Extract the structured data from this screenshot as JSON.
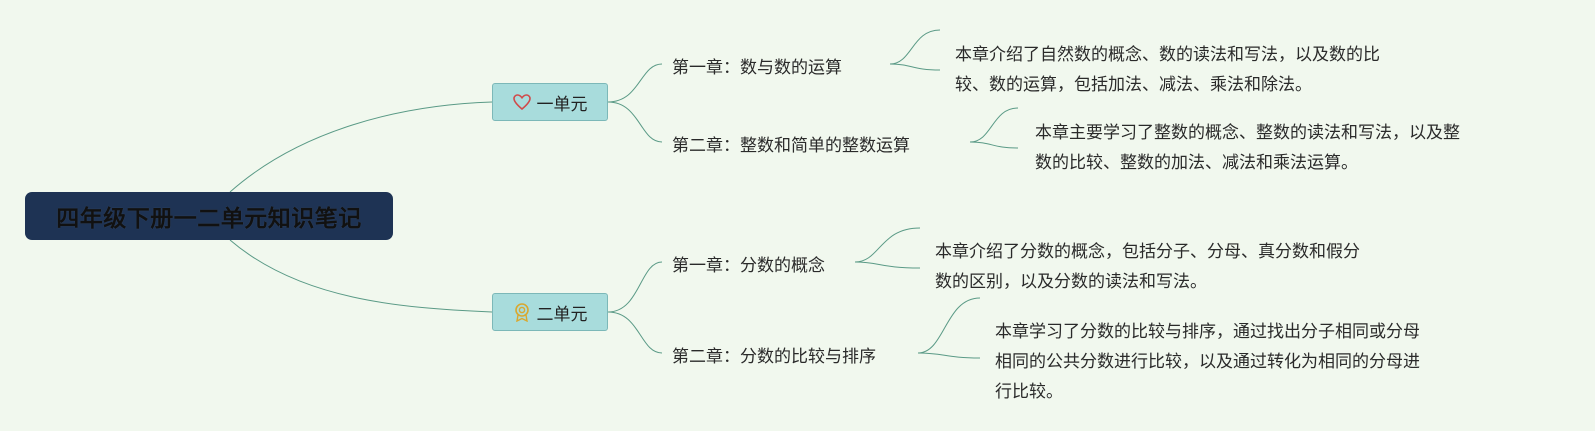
{
  "mindmap": {
    "root": "四年级下册一二单元知识笔记",
    "units": [
      {
        "icon": "heart-icon",
        "label": "一单元",
        "chapters": [
          {
            "title": "第一章：数与数的运算",
            "desc_lines": [
              "本章介绍了自然数的概念、数的读法和写法，以及数的比",
              "较、数的运算，包括加法、减法、乘法和除法。"
            ]
          },
          {
            "title": "第二章：整数和简单的整数运算",
            "desc_lines": [
              "本章主要学习了整数的概念、整数的读法和写法，以及整",
              "数的比较、整数的加法、减法和乘法运算。"
            ]
          }
        ]
      },
      {
        "icon": "award-medal-icon",
        "label": "二单元",
        "chapters": [
          {
            "title": "第一章：分数的概念",
            "desc_lines": [
              "本章介绍了分数的概念，包括分子、分母、真分数和假分",
              "数的区别，以及分数的读法和写法。"
            ]
          },
          {
            "title": "第二章：分数的比较与排序",
            "desc_lines": [
              "本章学习了分数的比较与排序，通过找出分子相同或分母",
              "相同的公共分数进行比较，以及通过转化为相同的分母进",
              "行比较。"
            ]
          }
        ]
      }
    ],
    "colors": {
      "background": "#f1f8ee",
      "root_fill": "#1e3354",
      "unit_fill": "#a8dcdc",
      "connector": "#5a9a86",
      "heart_icon": "#d04a4a",
      "medal_icon": "#d8a830"
    }
  }
}
